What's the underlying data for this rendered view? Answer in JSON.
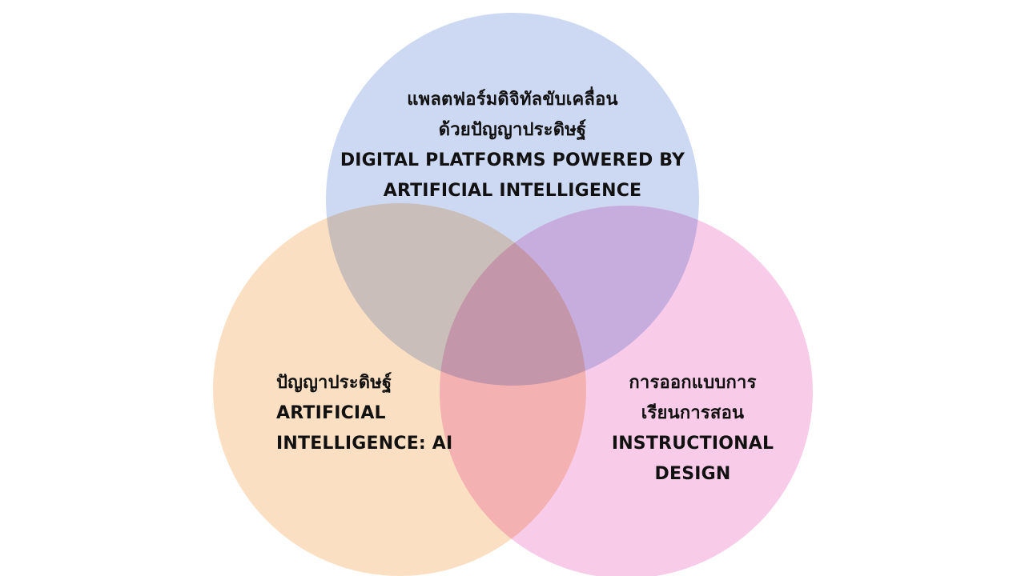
{
  "page": {
    "background": "#ffffff",
    "text_color": "#111111"
  },
  "venn": {
    "top": {
      "color": "#cdd9f2",
      "lines": [
        "แพลตฟอร์มดิจิทัลขับเคลื่อน",
        "ด้วยปัญญาประดิษฐ์",
        "DIGITAL PLATFORMS POWERED BY",
        "ARTIFICIAL INTELLIGENCE"
      ]
    },
    "left": {
      "color": "#fbdfc3",
      "lines": [
        "ปัญญาประดิษฐ์",
        "ARTIFICIAL",
        "INTELLIGENCE: AI"
      ]
    },
    "right": {
      "color": "#f8cbe9",
      "lines": [
        "การออกแบบการ",
        "เรียนการสอน",
        "INSTRUCTIONAL",
        "DESIGN"
      ]
    }
  }
}
